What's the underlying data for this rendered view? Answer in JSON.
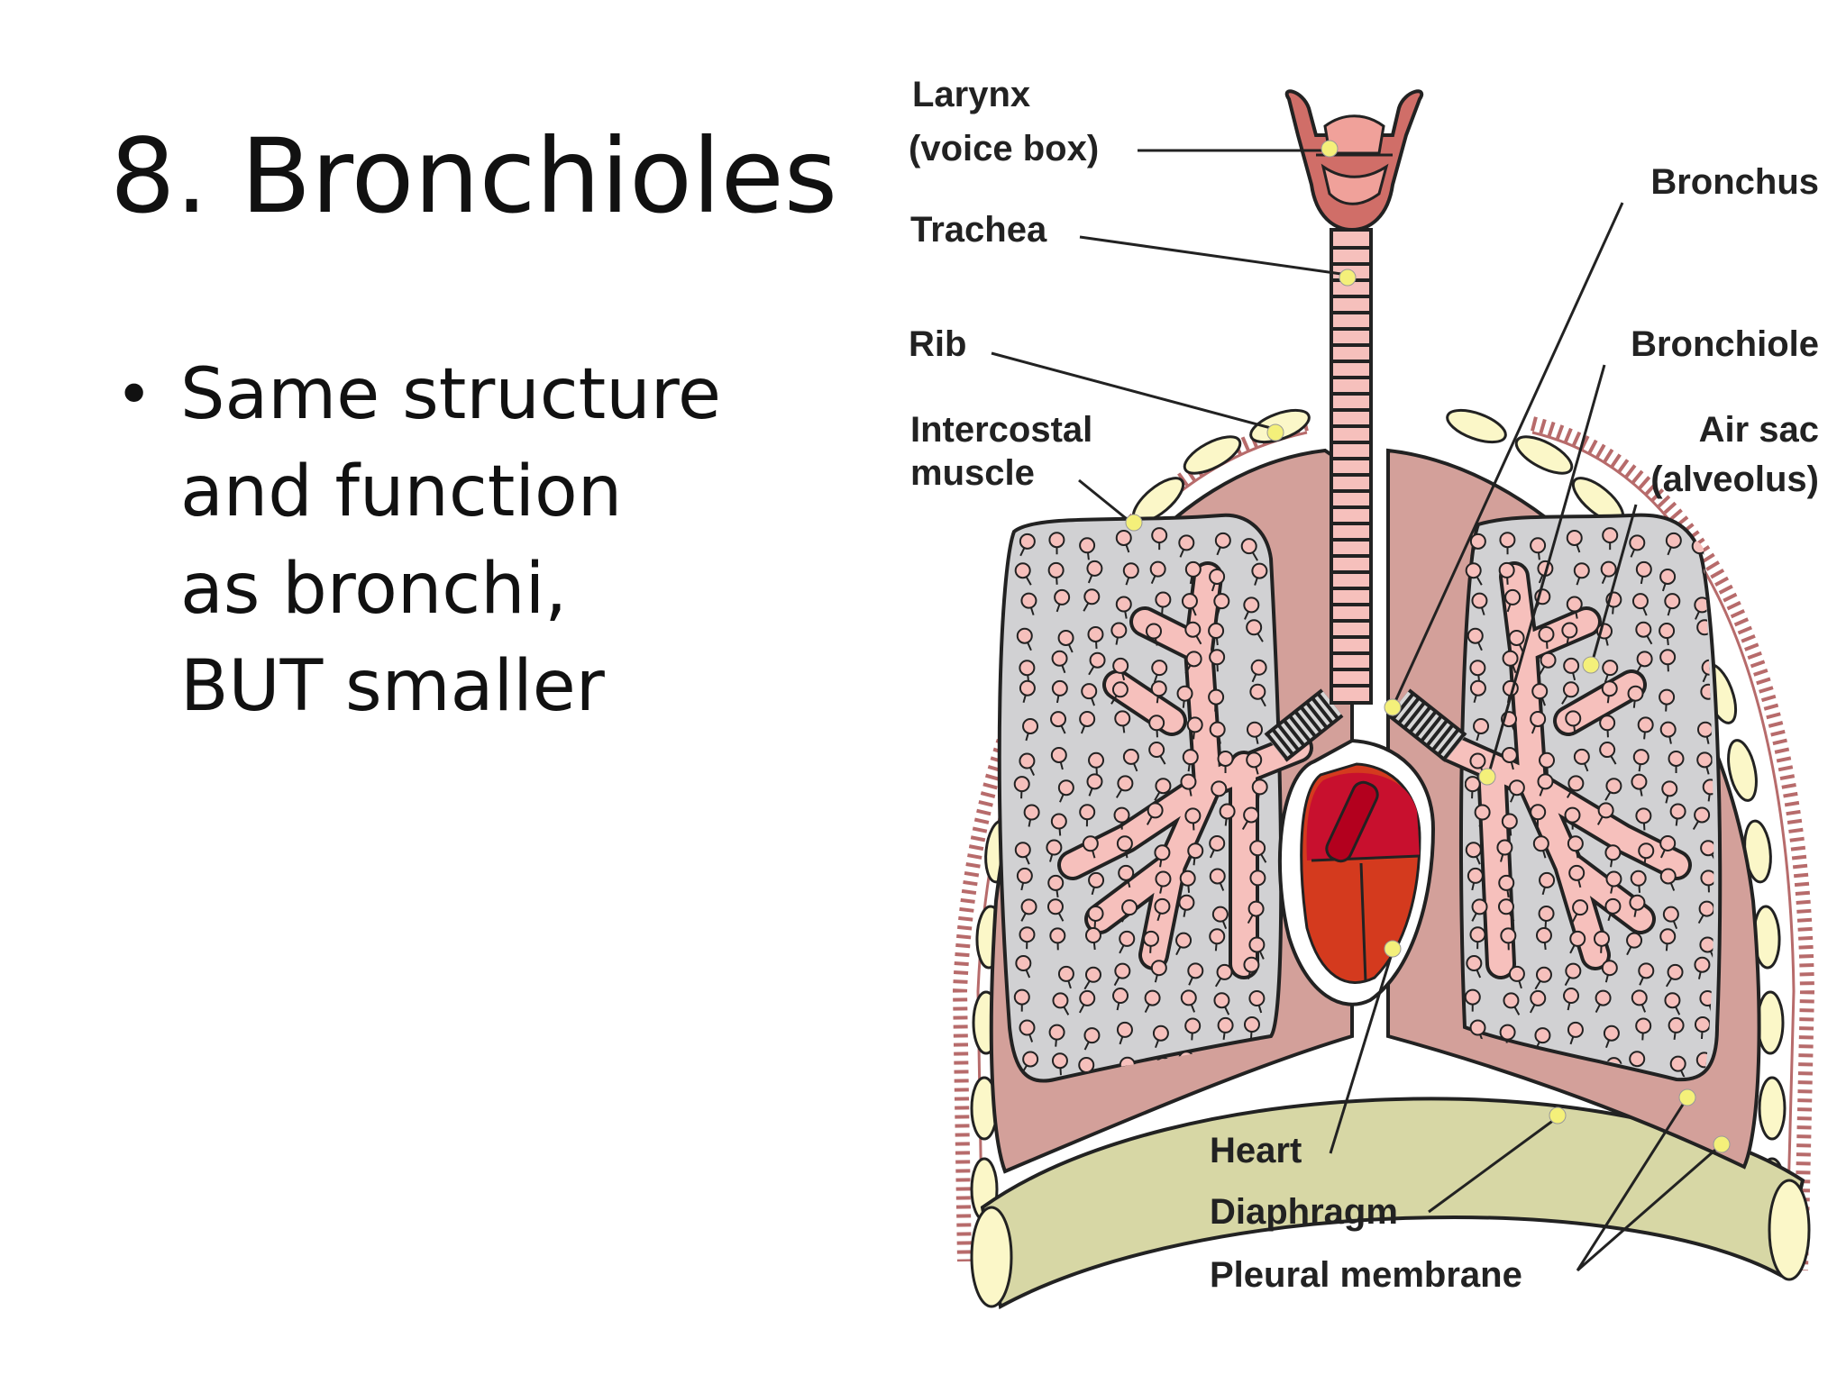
{
  "slide": {
    "title": "8. Bronchioles",
    "bullets": [
      {
        "text": "Same structure\nand function\nas bronchi,\nBUT smaller"
      }
    ]
  },
  "diagram": {
    "labels": {
      "larynx": "Larynx",
      "voice_box": "(voice box)",
      "trachea": "Trachea",
      "rib": "Rib",
      "intercostal": "Intercostal",
      "muscle": "muscle",
      "bronchus": "Bronchus",
      "bronchiole": "Bronchiole",
      "air_sac": "Air sac",
      "alveolus": "(alveolus)",
      "heart": "Heart",
      "diaphragm": "Diaphragm",
      "pleural_membrane": "Pleural membrane"
    },
    "colors": {
      "lung_outer": "#d3a09a",
      "lung_inner": "#d1d1d3",
      "airway": "#f6c0bc",
      "rib": "#fbf7c8",
      "muscle": "#b76b6b",
      "heart_dark": "#c8102e",
      "heart_light": "#d43a1e",
      "diaphragm": "#d7d7a5",
      "larynx": "#d06e68",
      "marker": "#f4f07a"
    }
  }
}
